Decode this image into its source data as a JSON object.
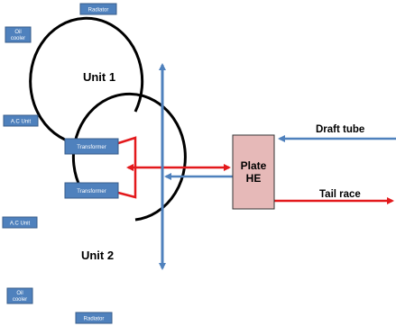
{
  "unit1": {
    "label": "Unit 1",
    "radiator": "Radiator",
    "oil_cooler_line1": "Oil",
    "oil_cooler_line2": "cooler",
    "ac_unit": "A.C Unit",
    "transformer": "Transformer"
  },
  "unit2": {
    "label": "Unit 2",
    "transformer": "Transformer",
    "ac_unit": "A.C Unit",
    "oil_cooler_line1": "Oil",
    "oil_cooler_line2": "cooler",
    "radiator": "Radiator"
  },
  "heat_exchanger": {
    "line1": "Plate",
    "line2": "HE"
  },
  "flows": {
    "draft_tube": "Draft tube",
    "tail_race": "Tail race"
  },
  "colors": {
    "box_fill": "#4f81bd",
    "blue_line": "#4f81bd",
    "red_line": "#e3191c",
    "he_fill": "#e6b9b8"
  }
}
